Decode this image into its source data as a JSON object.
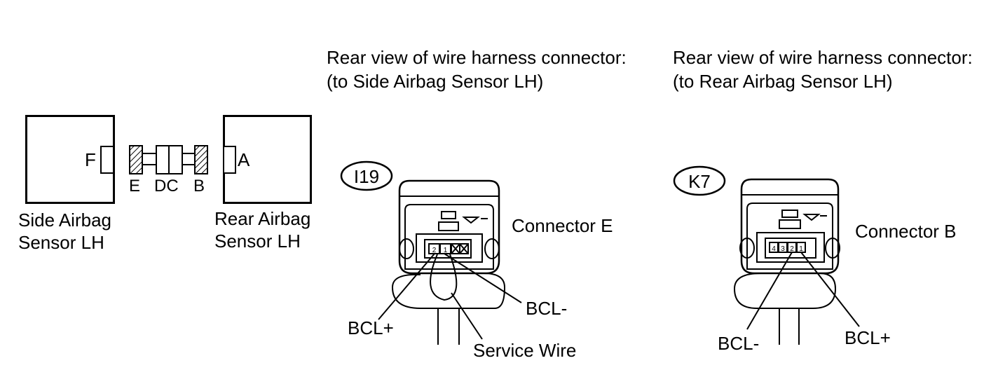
{
  "left_diagram": {
    "side_sensor": {
      "name_line1": "Side Airbag",
      "name_line2": "Sensor LH",
      "port": "F"
    },
    "rear_sensor": {
      "name_line1": "Rear Airbag",
      "name_line2": "Sensor LH",
      "port": "A"
    },
    "harness": {
      "connector_e": "E",
      "connector_dc": "DC",
      "connector_b": "B"
    }
  },
  "connector_i19": {
    "heading_line1": "Rear view of wire harness connector:",
    "heading_line2": "(to Side Airbag Sensor LH)",
    "tag": "I19",
    "name": "Connector E",
    "pins": [
      "2",
      "1"
    ],
    "labels": {
      "bcl_plus": "BCL+",
      "bcl_minus": "BCL-",
      "service_wire": "Service Wire"
    }
  },
  "connector_k7": {
    "heading_line1": "Rear view of wire harness connector:",
    "heading_line2": "(to Rear Airbag Sensor LH)",
    "tag": "K7",
    "name": "Connector B",
    "pins": [
      "4",
      "3",
      "2",
      "1"
    ],
    "labels": {
      "bcl_minus": "BCL-",
      "bcl_plus": "BCL+"
    }
  }
}
